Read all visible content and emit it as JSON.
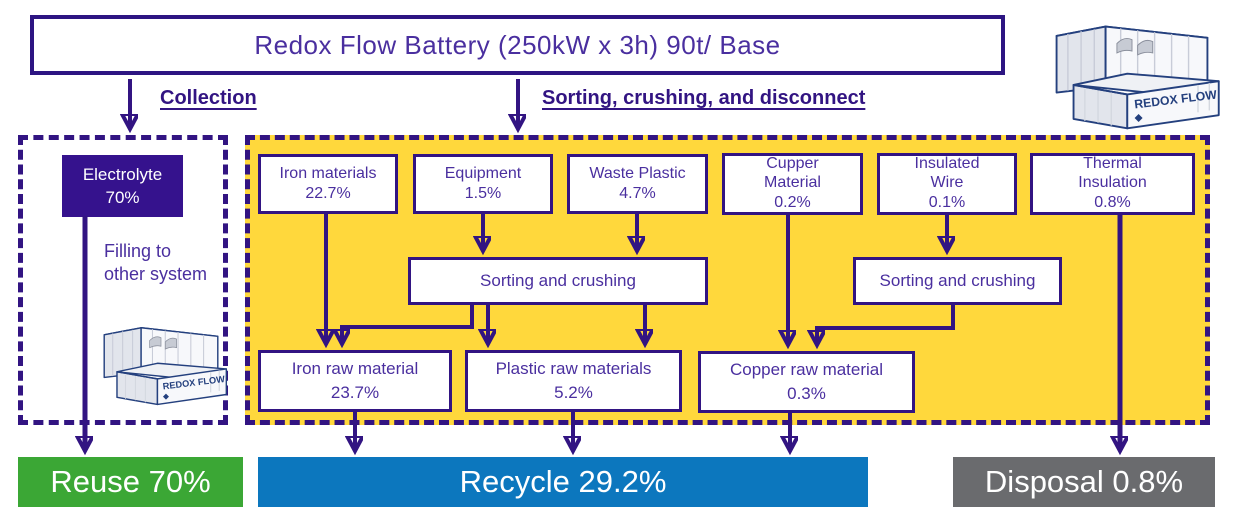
{
  "title": "Redox Flow Battery (250kW x 3h) 90t/ Base",
  "labels": {
    "collection": "Collection",
    "sorting": "Sorting, crushing, and disconnect"
  },
  "reuse_branch": {
    "electrolyte_name": "Electrolyte",
    "electrolyte_pct": "70%",
    "note": "Filling to\nother system"
  },
  "recycle_branch": {
    "inputs": [
      {
        "name": "Iron materials",
        "pct": "22.7%"
      },
      {
        "name": "Equipment",
        "pct": "1.5%"
      },
      {
        "name": "Waste Plastic",
        "pct": "4.7%"
      },
      {
        "name": "Cupper\nMaterial",
        "pct": "0.2%"
      },
      {
        "name": "Insulated\nWire",
        "pct": "0.1%"
      },
      {
        "name": "Thermal\nInsulation",
        "pct": "0.8%"
      }
    ],
    "process_left": "Sorting and crushing",
    "process_right": "Sorting and crushing",
    "outputs": [
      {
        "name": "Iron raw material",
        "pct": "23.7%"
      },
      {
        "name": "Plastic raw materials",
        "pct": "5.2%"
      },
      {
        "name": "Copper raw material",
        "pct": "0.3%"
      }
    ]
  },
  "totals": [
    {
      "label": "Reuse 70%",
      "color": "#3BA735"
    },
    {
      "label": "Recycle 29.2%",
      "color": "#0C77BE"
    },
    {
      "label": "Disposal 0.8%",
      "color": "#6A6B6E"
    }
  ],
  "container_art_label": "REDOX FLOW",
  "colors": {
    "accent_indigo": "#321482",
    "text_purple": "#4A2F9F",
    "panel_yellow": "#FFD83C",
    "electrolyte_fill": "#35128D"
  }
}
